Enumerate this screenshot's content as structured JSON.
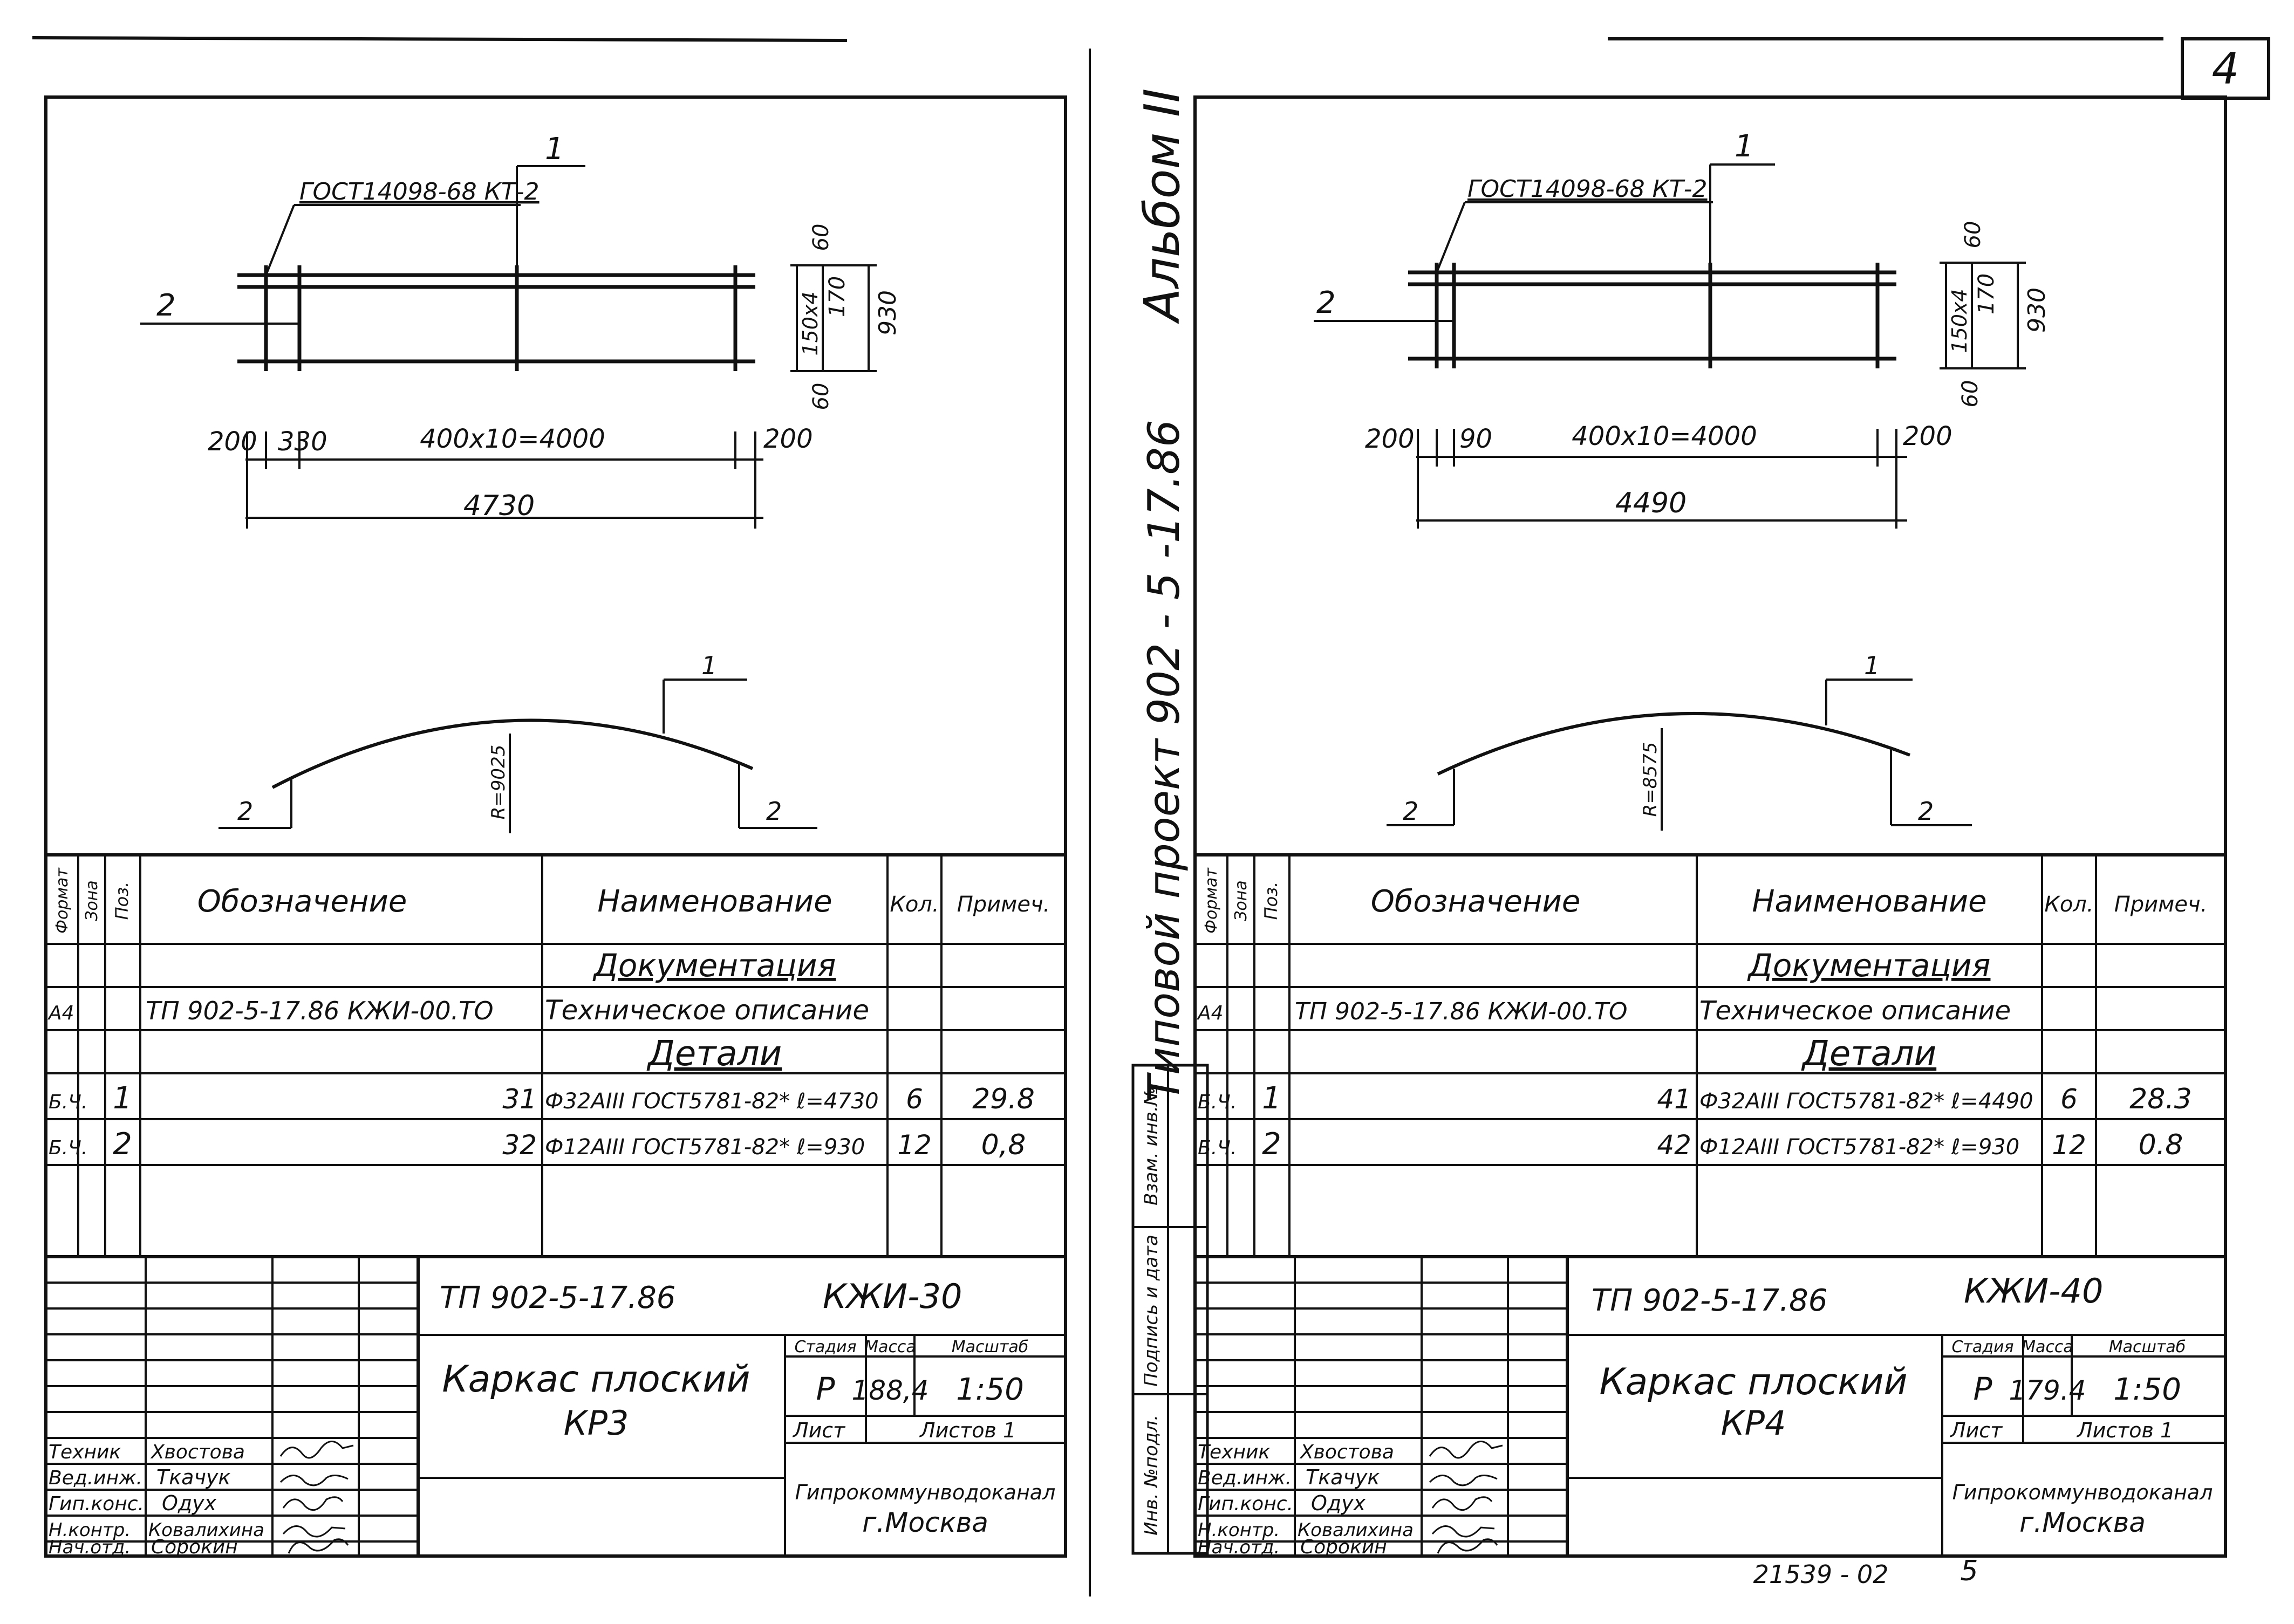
{
  "page_number": "4",
  "bottom_code": "21539 - 02",
  "bottom_sheet": "5",
  "side_binding": {
    "album": "Альбом II",
    "project": "Типовой проект 902 - 5 -17.86",
    "stamp_cells": [
      "Инв. №подл.",
      "Подпись и дата",
      "Взам. инв.№"
    ]
  },
  "columns": {
    "format": "Формат",
    "zone": "Зона",
    "pos": "Поз.",
    "designation": "Обозначение",
    "name": "Наименование",
    "qty": "Кол.",
    "note": "Примеч."
  },
  "section_documentation": "Документация",
  "section_details": "Детали",
  "title_block_roles": [
    "Техник",
    "Вед.инж.",
    "Гип.конс.",
    "Н.контр.",
    "Нач.отд."
  ],
  "title_block_names": [
    "Хвостова",
    "Ткачук",
    "Одух",
    "Ковалихина",
    "Сорокин"
  ],
  "stage_label": "Стадия",
  "mass_label": "Масса",
  "scale_label": "Масштаб",
  "sheet_label": "Лист",
  "sheets_label": "Листов 1",
  "org_name": "Гипрокоммунводоканал",
  "org_city": "г.Москва",
  "sheets": [
    {
      "drawing": {
        "gost_callout": "ГОСТ14098-68 КТ-2",
        "leader_1": "1",
        "leader_2": "2",
        "dim_top": "60",
        "dim_bottom": "60",
        "dim_mid": "150х4",
        "dim_height": "170",
        "dim_total": "930",
        "dim_left": "200",
        "dim_first": "330",
        "dim_span": "400х10=4000",
        "dim_right": "200",
        "dim_length": "4730",
        "radius": "R=9025"
      },
      "spec": {
        "doc_row": {
          "format": "А4",
          "designation": "ТП 902-5-17.86 КЖИ-00.ТО",
          "name": "Техническое описание"
        },
        "details": [
          {
            "format": "Б.Ч.",
            "pos": "1",
            "designation": "31",
            "name": "Ф32АIII ГОСТ5781-82* ℓ=4730",
            "qty": "6",
            "note": "29.8"
          },
          {
            "format": "Б.Ч.",
            "pos": "2",
            "designation": "32",
            "name": "Ф12АIII ГОСТ5781-82* ℓ=930",
            "qty": "12",
            "note": "0,8"
          }
        ]
      },
      "title_block": {
        "project_code": "ТП 902-5-17.86",
        "mark": "КЖИ-30",
        "title_line1": "Каркас плоский",
        "title_line2": "КР3",
        "stage": "Р",
        "mass": "188,4",
        "scale": "1:50"
      }
    },
    {
      "drawing": {
        "gost_callout": "ГОСТ14098-68 КТ-2",
        "leader_1": "1",
        "leader_2": "2",
        "dim_top": "60",
        "dim_bottom": "60",
        "dim_mid": "150х4",
        "dim_height": "170",
        "dim_total": "930",
        "dim_left": "200",
        "dim_first": "90",
        "dim_span": "400х10=4000",
        "dim_right": "200",
        "dim_length": "4490",
        "radius": "R=8575"
      },
      "spec": {
        "doc_row": {
          "format": "А4",
          "designation": "ТП 902-5-17.86 КЖИ-00.ТО",
          "name": "Техническое описание"
        },
        "details": [
          {
            "format": "Б.Ч.",
            "pos": "1",
            "designation": "41",
            "name": "Ф32АIII ГОСТ5781-82* ℓ=4490",
            "qty": "6",
            "note": "28.3"
          },
          {
            "format": "Б.Ч.",
            "pos": "2",
            "designation": "42",
            "name": "Ф12АIII ГОСТ5781-82* ℓ=930",
            "qty": "12",
            "note": "0.8"
          }
        ]
      },
      "title_block": {
        "project_code": "ТП 902-5-17.86",
        "mark": "КЖИ-40",
        "title_line1": "Каркас плоский",
        "title_line2": "КР4",
        "stage": "Р",
        "mass": "179.4",
        "scale": "1:50"
      }
    }
  ]
}
